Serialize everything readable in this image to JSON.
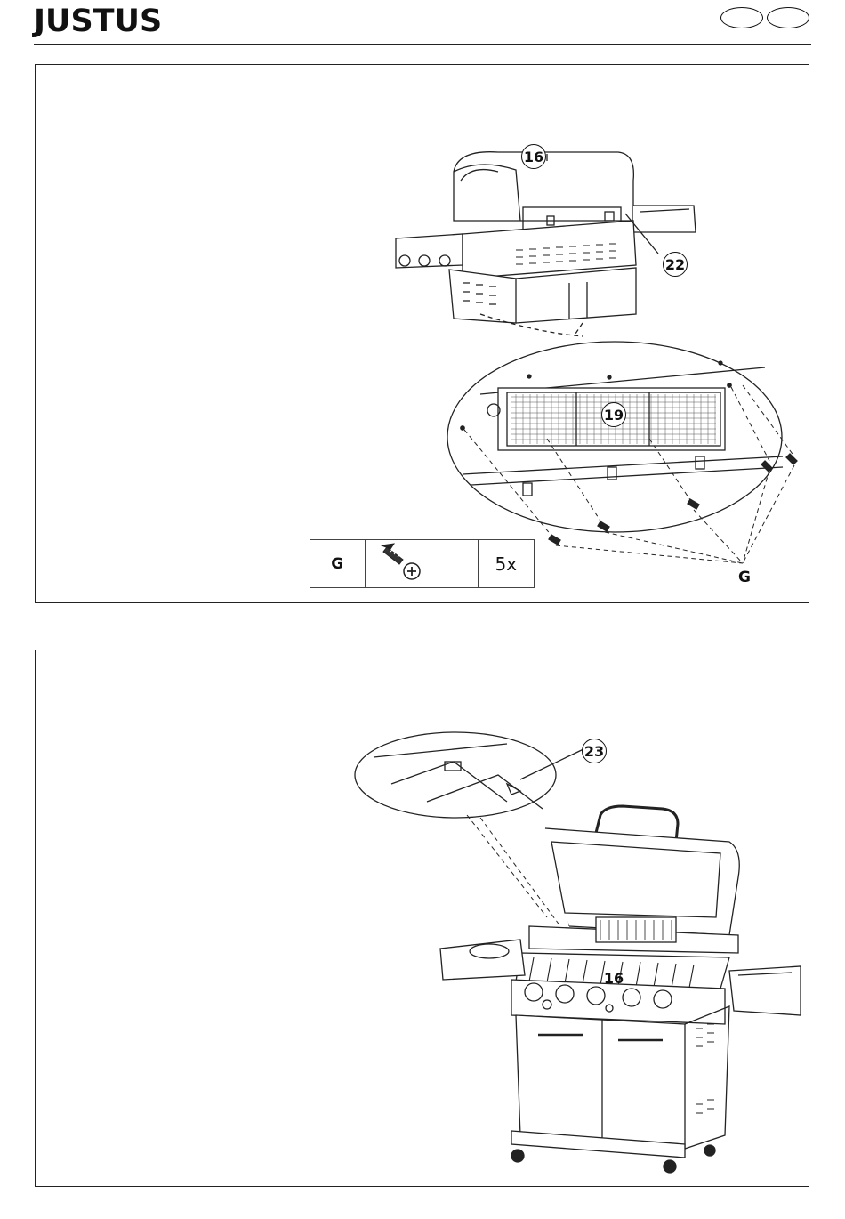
{
  "header": {
    "logo": "JUSTUS"
  },
  "step1": {
    "callouts": {
      "lid": "16",
      "heat_shield": "22",
      "burner_panel": "19"
    },
    "screw_label": "G",
    "hardware": {
      "letter": "G",
      "icon": "phillips-screw-icon",
      "qty": "5x"
    }
  },
  "step2": {
    "callouts": {
      "part23": "23",
      "lid": "16"
    }
  }
}
